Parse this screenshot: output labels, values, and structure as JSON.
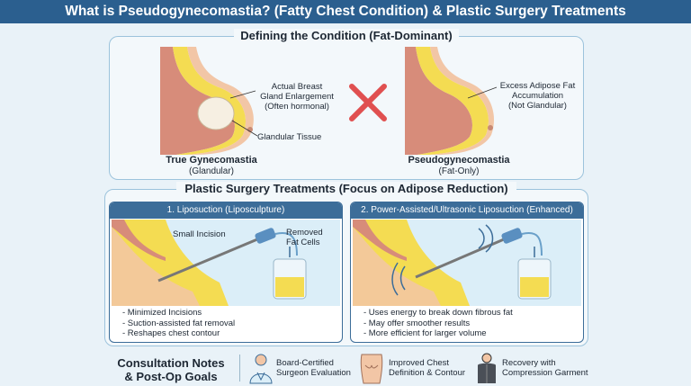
{
  "header": {
    "title": "What is Pseudogynecomastia? (Fatty Chest Condition) & Plastic Surgery Treatments"
  },
  "definition": {
    "title": "Defining the Condition (Fat-Dominant)",
    "true_gyno": {
      "label_enlargement": "Actual Breast\nGland Enlargement\n(Often hormonal)",
      "label_tissue": "Glandular Tissue",
      "caption_bold": "True Gynecomastia",
      "caption": "(Glandular)"
    },
    "pseudo": {
      "label_fat": "Excess Adipose Fat\nAccumulation\n(Not Glandular)",
      "caption_bold": "Pseudogynecomastia",
      "caption": "(Fat-Only)"
    },
    "colors": {
      "fat": "#f4dc52",
      "skin": "#f2c6a6",
      "muscle": "#d78c7a",
      "cross": "#e05050"
    }
  },
  "treatments": {
    "title": "Plastic Surgery Treatments (Focus on Adipose Reduction)",
    "lipo": {
      "header": "1. Liposuction (Liposculpture)",
      "label_incision": "Small Incision",
      "label_removed": "Removed\nFat Cells",
      "bullets": [
        "- Minimized Incisions",
        "- Suction-assisted fat removal",
        "- Reshapes chest contour"
      ]
    },
    "power": {
      "header": "2. Power-Assisted/Ultrasonic Liposuction (Enhanced)",
      "bullets": [
        "- Uses energy to break down fibrous fat",
        "- May offer smoother results",
        "- More efficient for larger volume"
      ]
    }
  },
  "consultation": {
    "title": "Consultation Notes\n& Post-Op Goals",
    "goals": [
      {
        "icon": "surgeon-icon",
        "text": "Board-Certified\nSurgeon Evaluation"
      },
      {
        "icon": "chest-icon",
        "text": "Improved Chest\nDefinition & Contour"
      },
      {
        "icon": "compression-garment-icon",
        "text": "Recovery with\nCompression Garment"
      }
    ]
  }
}
